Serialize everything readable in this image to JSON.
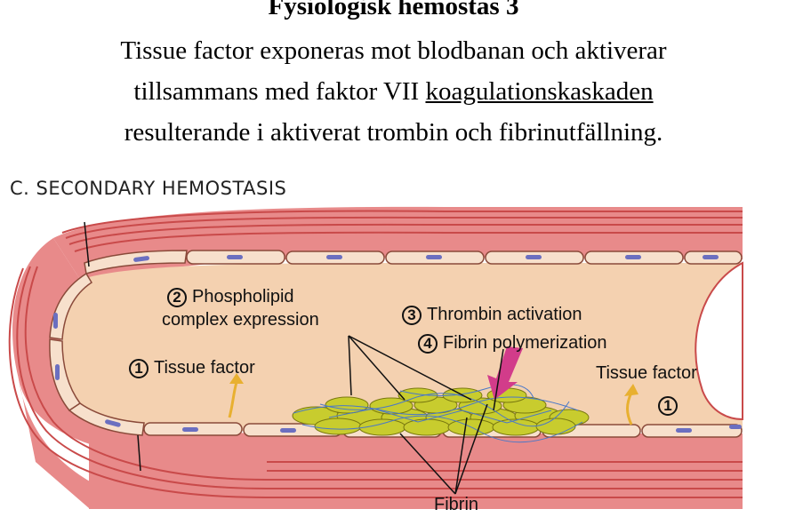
{
  "slide": {
    "title": "Fysiologisk hemostas 3",
    "line1": "Tissue factor exponeras mot blodbanan och aktiverar",
    "line2_before": "tillsammans med faktor VII ",
    "line2_underlined": "koagulationskaskaden",
    "line3": "resulterande i aktiverat trombin och fibrinutfällning."
  },
  "diagram": {
    "heading": "C. SECONDARY HEMOSTASIS",
    "labels": {
      "step2_number": "2",
      "step2_line1": "Phospholipid",
      "step2_line2": "complex expression",
      "step3_number": "3",
      "step3_text": "Thrombin activation",
      "step4_number": "4",
      "step4_text": "Fibrin polymerization",
      "step1_left_number": "1",
      "step1_left_text": "Tissue factor",
      "step1_right_text": "Tissue factor",
      "step1_right_number": "1",
      "fibrin": "Fibrin"
    },
    "colors": {
      "vessel_wall": "#e88a8a",
      "wall_stripe": "#c94a4a",
      "lumen": "#f4d1b0",
      "endothelium": "#f7e0cc",
      "nucleus": "#6b6fc0",
      "platelet": "#c8cc2e",
      "fibrin": "#4a78c8",
      "arrow_magenta": "#d23c8a",
      "arrow_yellow": "#e8b030"
    }
  }
}
